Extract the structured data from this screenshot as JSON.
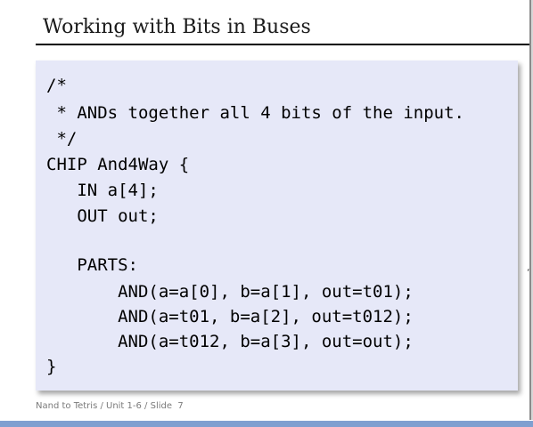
{
  "slide": {
    "title": "Working with Bits in Buses",
    "footer": "Nand to Tetris / Unit 1-6 / Slide  7",
    "edge_mark": "‘"
  },
  "code": {
    "lines": [
      "/*",
      " * ANDs together all 4 bits of the input.",
      " */",
      "CHIP And4Way {",
      "   IN a[4];",
      "   OUT out;",
      "",
      "   PARTS:",
      "       AND(a=a[0], b=a[1], out=t01);",
      "       AND(a=t01, b=a[2], out=t012);",
      "       AND(a=t012, b=a[3], out=out);",
      "}"
    ]
  },
  "colors": {
    "panel_background": "#e6e8f8",
    "bottom_bar": "#7f9fd0",
    "footer_text": "#7a7a7a"
  }
}
